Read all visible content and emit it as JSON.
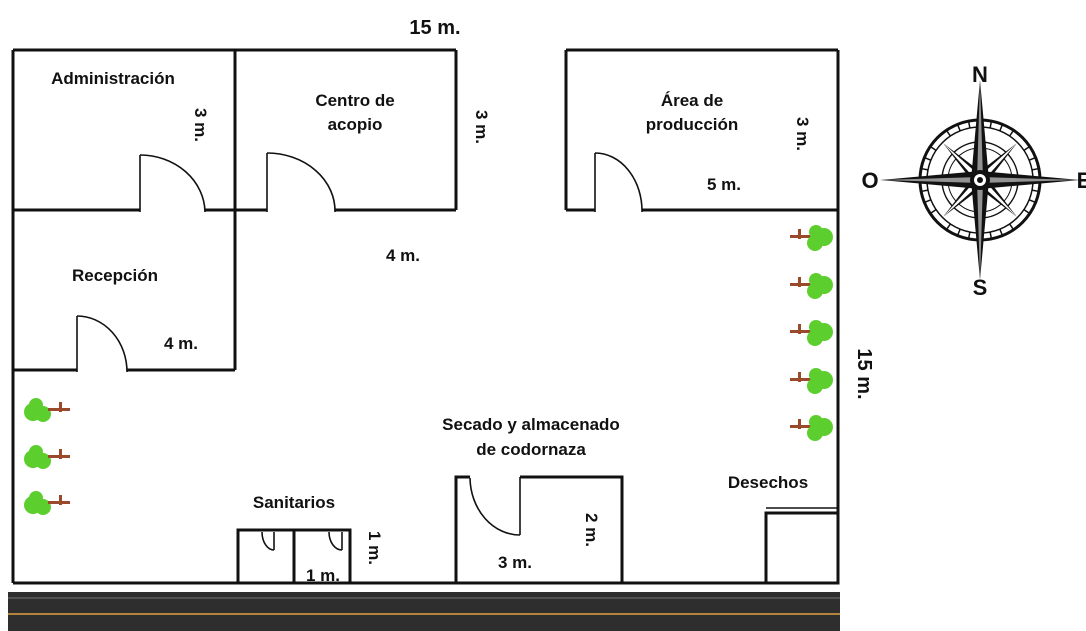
{
  "plan": {
    "top_dimension": "15 m.",
    "right_dimension": "15 m.",
    "rooms": {
      "administracion": {
        "name": "Administración",
        "dimension": "3 m."
      },
      "centro_acopio": {
        "name_line1": "Centro de",
        "name_line2": "acopio",
        "dimension": "3 m."
      },
      "area_produccion": {
        "name_line1": "Área de",
        "name_line2": "producción",
        "dimension_vertical": "3 m.",
        "dimension": "5 m."
      },
      "recepcion": {
        "name": "Recepción",
        "dimension": "4 m."
      },
      "corridor": {
        "dimension": "4 m."
      },
      "secado": {
        "name_line1": "Secado y almacenado",
        "name_line2": "de codornaza",
        "dimension_vertical": "2 m.",
        "dimension": "3 m."
      },
      "sanitarios": {
        "name": "Sanitarios",
        "dimension_vertical": "1 m.",
        "dimension": "1 m."
      },
      "desechos": {
        "name": "Desechos"
      }
    }
  },
  "compass": {
    "north": "N",
    "south": "S",
    "east": "E",
    "west": "O"
  },
  "colors": {
    "tree_foliage": "#5ccf2e",
    "tree_trunk": "#9a4a2a",
    "road": "#2e2e2e",
    "road_line": "#e0a040",
    "walls": "#111111"
  },
  "decor": {
    "tree_icon": "tree-icon",
    "compass_icon": "compass-rose-icon"
  }
}
